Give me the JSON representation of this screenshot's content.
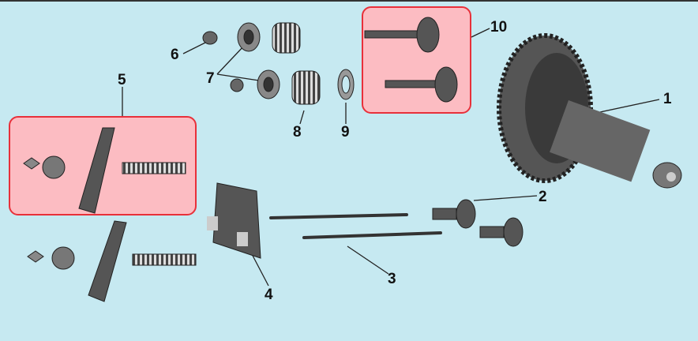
{
  "diagram": {
    "labels": {
      "camshaft": "1",
      "tappet": "2",
      "push_rod": "3",
      "guide_plate": "4",
      "rocker_arm_assembly": "5",
      "valve_stem_seal": "6",
      "spring_retainer": "7",
      "valve_spring": "8",
      "spring_seat": "9",
      "valves": "10"
    },
    "colors": {
      "background": "#c6e9f1",
      "highlight_fill": "#fcbcc2",
      "highlight_border": "#e8303a",
      "part": "#4a4a4a"
    }
  }
}
